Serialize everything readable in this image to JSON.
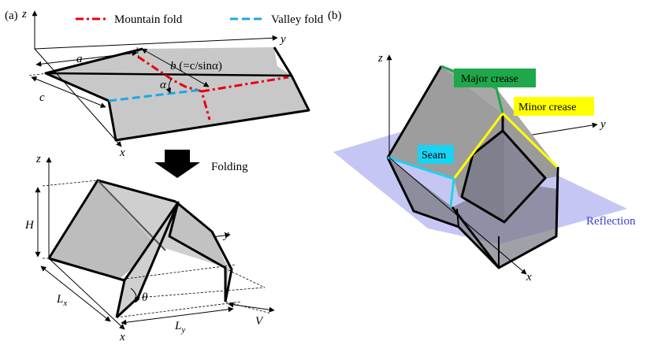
{
  "panel_a": {
    "label": "(a)",
    "legend": {
      "mountain": "Mountain fold",
      "valley": "Valley fold"
    },
    "axes_top": {
      "z": "z",
      "y": "y",
      "x": "x"
    },
    "dims": {
      "a": "a",
      "b": "b",
      "b_expr": " (=c/sinα)",
      "c": "c",
      "alpha": "α"
    },
    "folding_label": "Folding",
    "axes_bottom": {
      "z": "z",
      "y": "y",
      "x": "x"
    },
    "dims_bottom": {
      "H": "H",
      "L": "L",
      "Lx_sub": "x",
      "Ly_sub": "y",
      "theta": "θ",
      "V": "V"
    }
  },
  "panel_b": {
    "label": "(b)",
    "axes": {
      "z": "z",
      "y": "y",
      "x": "x"
    },
    "tags": {
      "major": "Major crease",
      "minor": "Minor crease",
      "seam": "Seam",
      "reflection": "Reflection"
    }
  },
  "colors": {
    "mountain": "#e8000b",
    "valley": "#1aa7e8",
    "major": "#1ea84b",
    "minor": "#ffff00",
    "seam": "#19d3f3",
    "plane": "#b3b3f2",
    "reflection_text": "#3b3bd6",
    "sheet": "#c8c8c8"
  }
}
